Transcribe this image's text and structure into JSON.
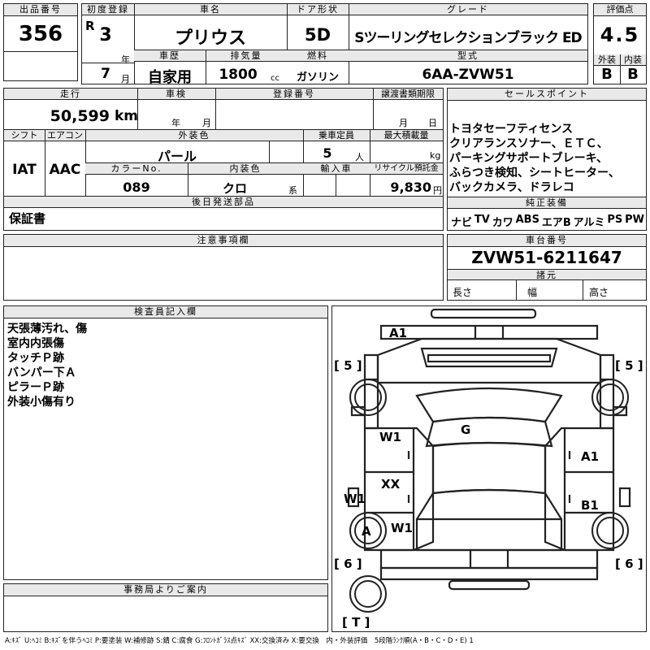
{
  "lot": {
    "label": "出品番号",
    "value": "356"
  },
  "first_reg": {
    "label": "初度登録",
    "era": "R",
    "year": "3",
    "year_unit": "年",
    "month": "7",
    "month_unit": "月"
  },
  "car_name": {
    "label": "車名",
    "value": "プリウス"
  },
  "door": {
    "label": "ドア形状",
    "value": "5D"
  },
  "grade": {
    "label": "グレード",
    "value": "Sツーリングセレクションブラック ED"
  },
  "score": {
    "label": "評価点",
    "value": "4.5",
    "ext_label": "外装",
    "int_label": "内装",
    "ext": "B",
    "int": "B"
  },
  "history": {
    "label": "車歴",
    "value": "自家用"
  },
  "displacement": {
    "label": "排気量",
    "value": "1800",
    "unit": "cc"
  },
  "fuel": {
    "label": "燃料",
    "value": "ガソリン"
  },
  "model": {
    "label": "型式",
    "value": "6AA-ZVW51"
  },
  "mileage": {
    "label": "走行",
    "value": "50,599",
    "unit": "km"
  },
  "inspection": {
    "label": "車検",
    "year_unit": "年",
    "month_unit": "月"
  },
  "reg_no": {
    "label": "登録番号"
  },
  "transfer": {
    "label": "譲渡書類期限",
    "month_unit": "月",
    "day_unit": "日"
  },
  "shift": {
    "label": "シフト",
    "value": "IAT"
  },
  "aircon": {
    "label": "エアコン",
    "value": "AAC"
  },
  "exterior_color": {
    "label": "外装色",
    "value": "パール"
  },
  "capacity": {
    "label": "乗車定員",
    "value": "5",
    "unit": "人"
  },
  "max_load": {
    "label": "最大積載量",
    "unit": "kg"
  },
  "color_no": {
    "label": "カラーNo.",
    "value": "089"
  },
  "interior_color": {
    "label": "内装色",
    "value": "クロ",
    "unit": "系"
  },
  "import": {
    "label": "輸入車"
  },
  "recycle": {
    "label": "リサイクル預託金",
    "value": "9,830",
    "unit": "円"
  },
  "later_parts": {
    "label": "後日発送部品",
    "value": "保証書"
  },
  "notes": {
    "label": "注意事項欄"
  },
  "sales": {
    "label": "セールスポイント",
    "lines": [
      "トヨタセーフティセンス",
      "クリアランスソナー、ＥＴＣ、",
      "パーキングサポートブレーキ、",
      "ふらつき検知、シートヒーター、",
      "バックカメラ、ドラレコ"
    ]
  },
  "equipment": {
    "label": "純正装備",
    "items": [
      "ナビ",
      "TV",
      "カワ",
      "ABS",
      "エアB",
      "アルミ",
      "PS",
      "PW"
    ]
  },
  "chassis": {
    "label": "車台番号",
    "value": "ZVW51-6211647"
  },
  "specs": {
    "label": "諸元",
    "length": "長さ",
    "width": "幅",
    "height": "高さ"
  },
  "inspector": {
    "label": "検査員記入欄",
    "lines": [
      "天張薄汚れ、傷",
      "室内内張傷",
      "タッチＰ跡",
      "バンパー下Ａ",
      "ピラーＰ跡",
      "外装小傷有り"
    ]
  },
  "office": {
    "label": "事務局よりご案内"
  },
  "diagram": {
    "marks": {
      "a1_top": "A1",
      "g": "G",
      "w1_a": "W1",
      "w1_b": "W1",
      "w1_c": "W1",
      "xx": "XX",
      "a1_right": "A1",
      "b1": "B1",
      "a_wheel": "A"
    },
    "brackets": {
      "fl": "[ 5 ]",
      "fr": "[ 5 ]",
      "rl": "[ 6 ]",
      "rr": "[ 6 ]",
      "spare": "[ T ]"
    }
  },
  "legend": "A:ｷｽﾞ U:ﾍｺﾐ B:ｷｽﾞを伴うﾍｺﾐ P:要塗装 W:補修跡 S:錆 C:腐食 G:ﾌﾛﾝﾄｶﾞﾗｽ点ｷｽﾞ XX:交換済み X:要交換　内・外装評価　5段階ﾗﾝｸ順(A・B・C・D・E) 1"
}
